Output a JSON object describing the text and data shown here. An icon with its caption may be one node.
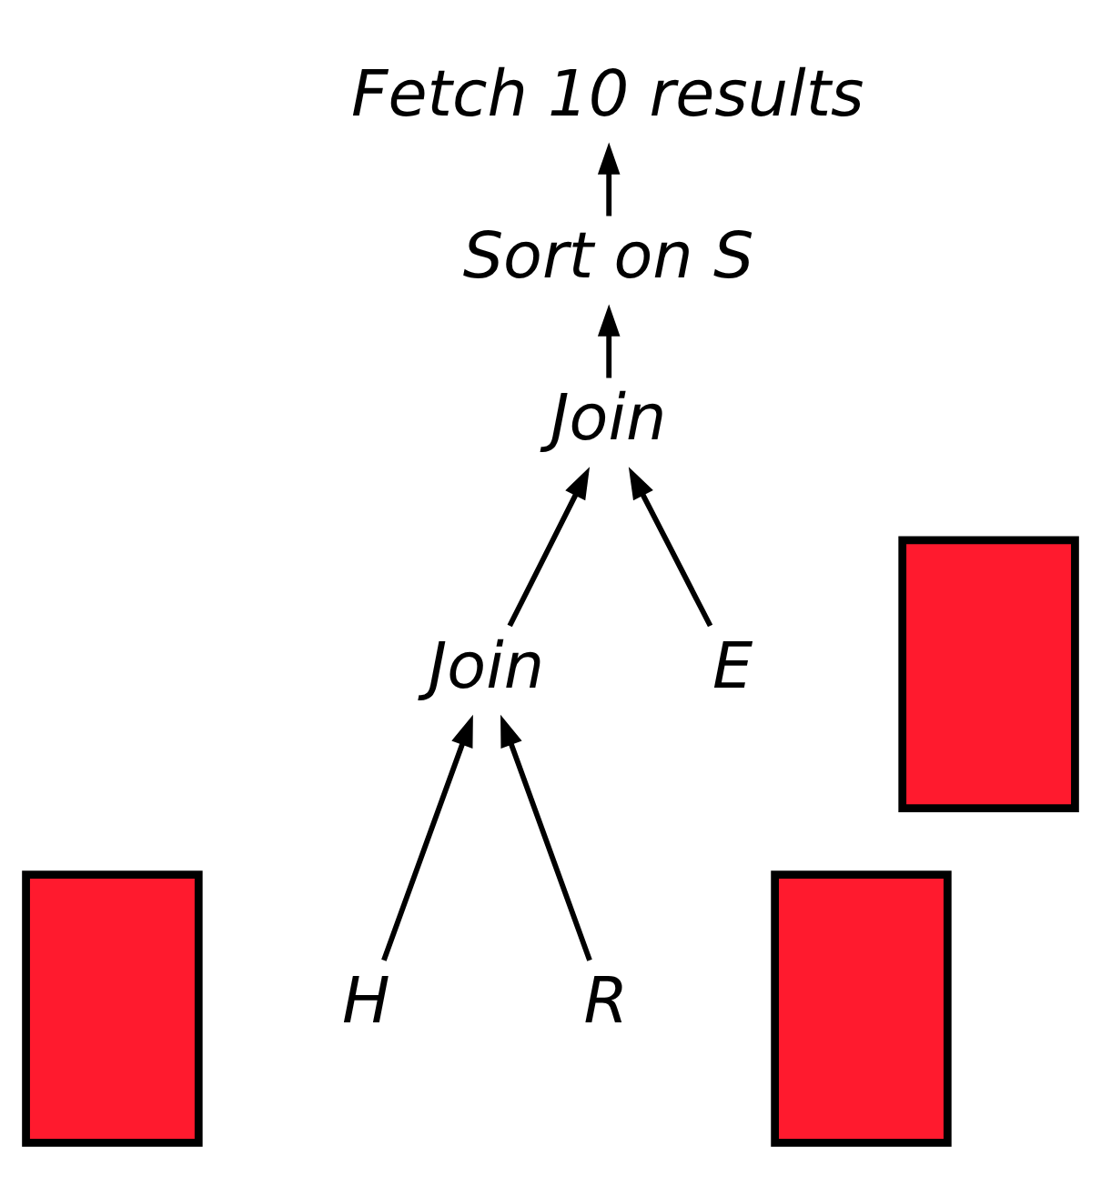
{
  "diagram": {
    "nodes": [
      {
        "text": [
          "Fetch 10 results"
        ]
      },
      {
        "text": [
          "Sort on S"
        ]
      },
      {
        "text": [
          "Join"
        ]
      },
      {
        "text": [
          "Join"
        ]
      },
      {
        "text": [
          "E"
        ]
      },
      {
        "text": [
          "H"
        ]
      },
      {
        "text": [
          "R"
        ]
      },
      {
        "text": [],
        "shape": "box"
      },
      {
        "text": [],
        "shape": "box"
      },
      {
        "text": [],
        "shape": "box"
      }
    ],
    "edges": [
      {
        "from": 1,
        "to": 0,
        "arrow": "to"
      },
      {
        "from": 2,
        "to": 1,
        "arrow": "to"
      },
      {
        "from": 3,
        "to": 2,
        "arrow": "to"
      },
      {
        "from": 4,
        "to": 2,
        "arrow": "to"
      },
      {
        "from": 5,
        "to": 3,
        "arrow": "to"
      },
      {
        "from": 6,
        "to": 3,
        "arrow": "to"
      }
    ]
  }
}
